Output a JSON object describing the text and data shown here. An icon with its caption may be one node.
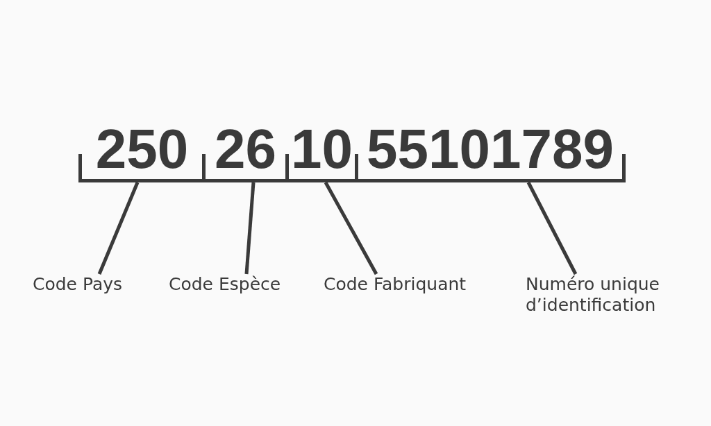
{
  "diagram": {
    "nodes": [
      {
        "text": [
          "250"
        ]
      },
      {
        "text": [
          "26"
        ]
      },
      {
        "text": [
          "10"
        ]
      },
      {
        "text": [
          "55101789"
        ]
      },
      {
        "text": [
          "Code Pays"
        ]
      },
      {
        "text": [
          "Code Espèce"
        ]
      },
      {
        "text": [
          "Code Fabriquant"
        ]
      },
      {
        "text": [
          "Numéro unique d’identification"
        ]
      }
    ],
    "edges": [
      {
        "from": 4,
        "to": 0,
        "arrow": "none"
      },
      {
        "from": 5,
        "to": 1,
        "arrow": "none"
      },
      {
        "from": 6,
        "to": 2,
        "arrow": "none"
      },
      {
        "from": 7,
        "to": 3,
        "arrow": "none"
      }
    ]
  }
}
